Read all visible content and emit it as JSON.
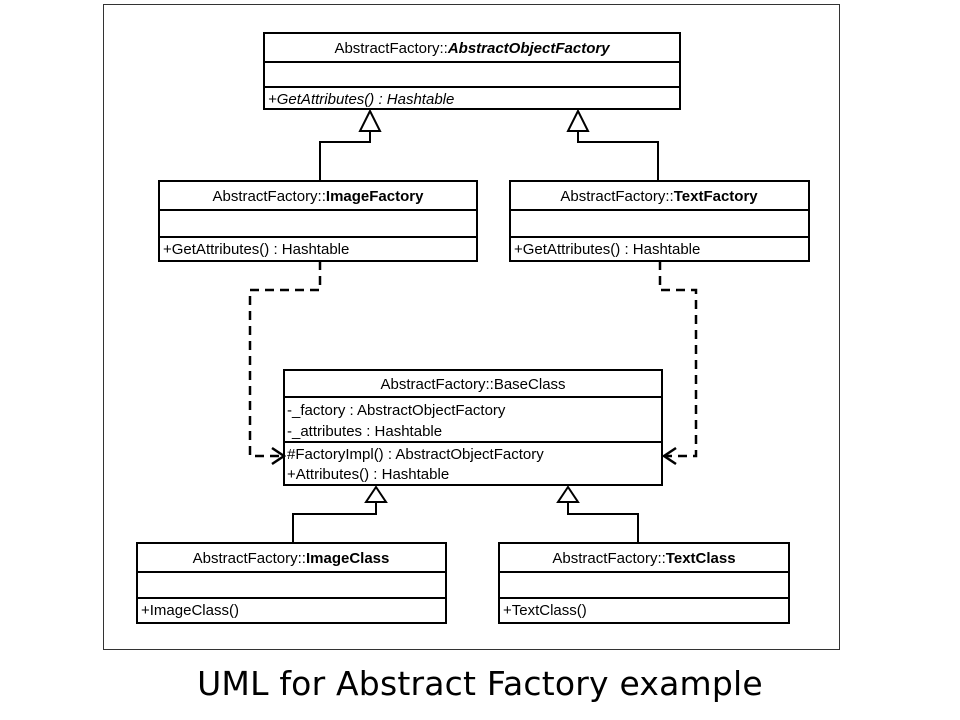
{
  "diagram": {
    "classes": {
      "abstract_object_factory": {
        "prefix": "AbstractFactory::",
        "name": "AbstractObjectFactory",
        "attributes": [],
        "operations": [
          "+GetAttributes() : Hashtable"
        ]
      },
      "image_factory": {
        "prefix": "AbstractFactory::",
        "name": "ImageFactory",
        "attributes": [],
        "operations": [
          "+GetAttributes() : Hashtable"
        ]
      },
      "text_factory": {
        "prefix": "AbstractFactory::",
        "name": "TextFactory",
        "attributes": [],
        "operations": [
          "+GetAttributes() : Hashtable"
        ]
      },
      "base_class": {
        "title": "AbstractFactory::BaseClass",
        "attributes": [
          "-_factory : AbstractObjectFactory",
          "-_attributes : Hashtable"
        ],
        "operations": [
          "#FactoryImpl() : AbstractObjectFactory",
          "+Attributes() : Hashtable"
        ]
      },
      "image_class": {
        "prefix": "AbstractFactory::",
        "name": "ImageClass",
        "attributes": [],
        "operations": [
          "+ImageClass()"
        ]
      },
      "text_class": {
        "prefix": "AbstractFactory::",
        "name": "TextClass",
        "attributes": [],
        "operations": [
          "+TextClass()"
        ]
      }
    }
  },
  "caption": "UML for Abstract Factory example"
}
